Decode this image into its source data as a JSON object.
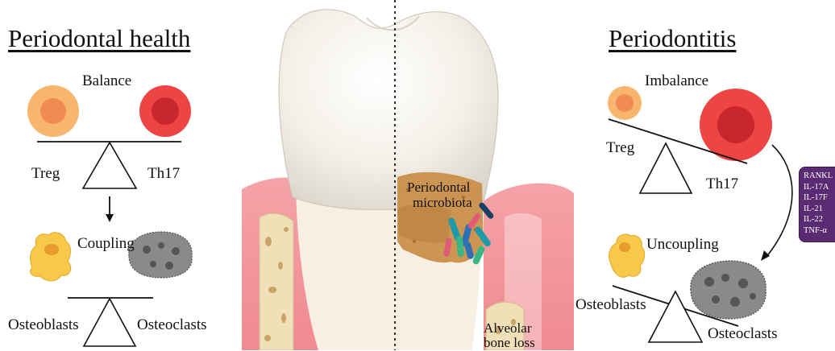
{
  "left_panel": {
    "title": "Periodontal health",
    "balance_label": "Balance",
    "treg_label": "Treg",
    "th17_label": "Th17",
    "coupling_label": "Coupling",
    "osteoblasts_label": "Osteoblasts",
    "osteoclasts_label": "Osteoclasts"
  },
  "center": {
    "microbiota_label_line1": "Periodontal",
    "microbiota_label_line2": "microbiota",
    "bone_loss_label_line1": "Alveolar",
    "bone_loss_label_line2": "bone loss"
  },
  "right_panel": {
    "title": "Periodontitis",
    "imbalance_label": "Imbalance",
    "treg_label": "Treg",
    "th17_label": "Th17",
    "uncoupling_label": "Uncoupling",
    "osteoblasts_label": "Osteoblasts",
    "osteoclasts_label": "Osteoclasts",
    "cytokines": [
      "RANKL",
      "IL-17A",
      "IL-17F",
      "IL-21",
      "IL-22",
      "TNF-α"
    ]
  },
  "colors": {
    "treg_outer": "#f7b56e",
    "treg_inner": "#f28a56",
    "th17_outer": "#ee4444",
    "th17_inner": "#c8282d",
    "gum": "#f19a9f",
    "gum_dark": "#e8676f",
    "bone": "#f0e0b8",
    "plaque": "#c98f4a",
    "cytokine_box": "#5a2a72"
  }
}
